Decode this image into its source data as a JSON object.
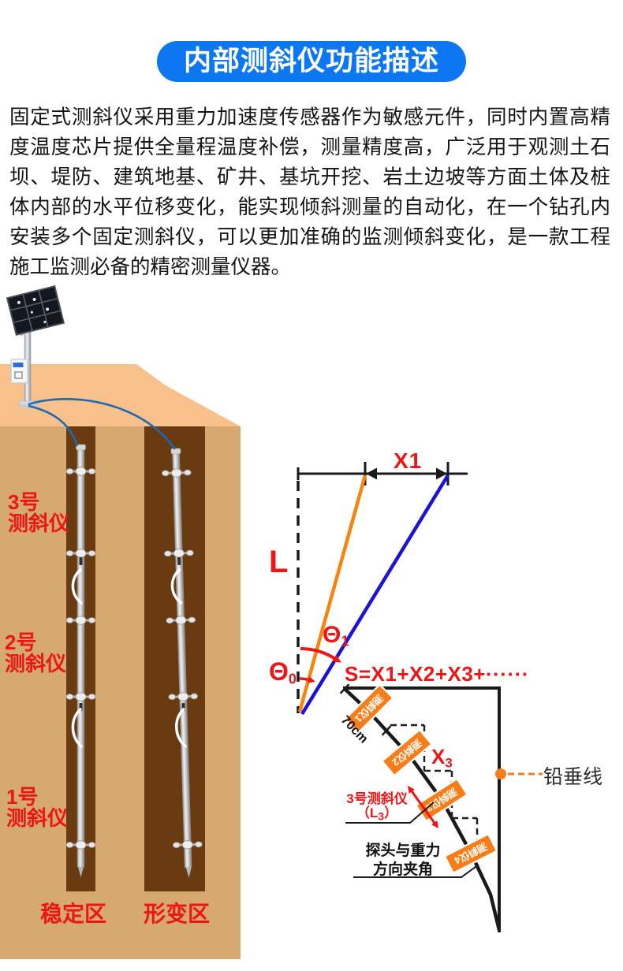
{
  "page": {
    "title": "内部测斜仪功能描述",
    "description": "固定式测斜仪采用重力加速度传感器作为敏感元件，同时内置高精度温度芯片提供全量程温度补偿，测量精度高，广泛用于观测土石坝、堤防、建筑地基、矿井、基坑开挖、岩土边坡等方面土体及桩体内部的水平位移变化，能实现倾斜测量的自动化，在一个钻孔内安装多个固定测斜仪，可以更加准确的监测倾斜变化，是一款工程施工监测必备的精密测量仪器。"
  },
  "scene": {
    "inclinometer3": {
      "line1": "3号",
      "line2": "测斜仪"
    },
    "inclinometer2": {
      "line1": "2号",
      "line2": "测斜仪"
    },
    "inclinometer1": {
      "line1": "1号",
      "line2": "测斜仪"
    },
    "stable_zone": "稳定区",
    "deformation_zone": "形变区"
  },
  "diagram": {
    "x1": "X1",
    "l": "L",
    "theta1": {
      "base": "Θ",
      "sub": "1"
    },
    "theta0": {
      "base": "Θ",
      "sub": "0"
    },
    "sum_formula": "S=X1+X2+X3+······",
    "segment_length": "70cm",
    "x3": {
      "base": "X",
      "sub": "3"
    },
    "l3": {
      "line1": "3号测斜仪",
      "pre": "（L",
      "sub": "3",
      "post": "）"
    },
    "probe_angle": {
      "line1": "探头与重力",
      "line2": "方向夹角"
    },
    "plumb_line": "铅垂线",
    "sensors": [
      "测斜仪1",
      "测斜仪2",
      "测斜仪3",
      "测斜仪4"
    ]
  },
  "colors": {
    "title_bg": "#0d77f2",
    "label_red": "#ed1515",
    "orange": "#f87d18",
    "blue_line": "#1b13d6",
    "cable_blue": "#1c6ab3",
    "ground_top": "#f8c08a",
    "ground_front": "#d5a96f",
    "borehole_brown": "#6a3a10",
    "ink": "#1a1a1a"
  }
}
